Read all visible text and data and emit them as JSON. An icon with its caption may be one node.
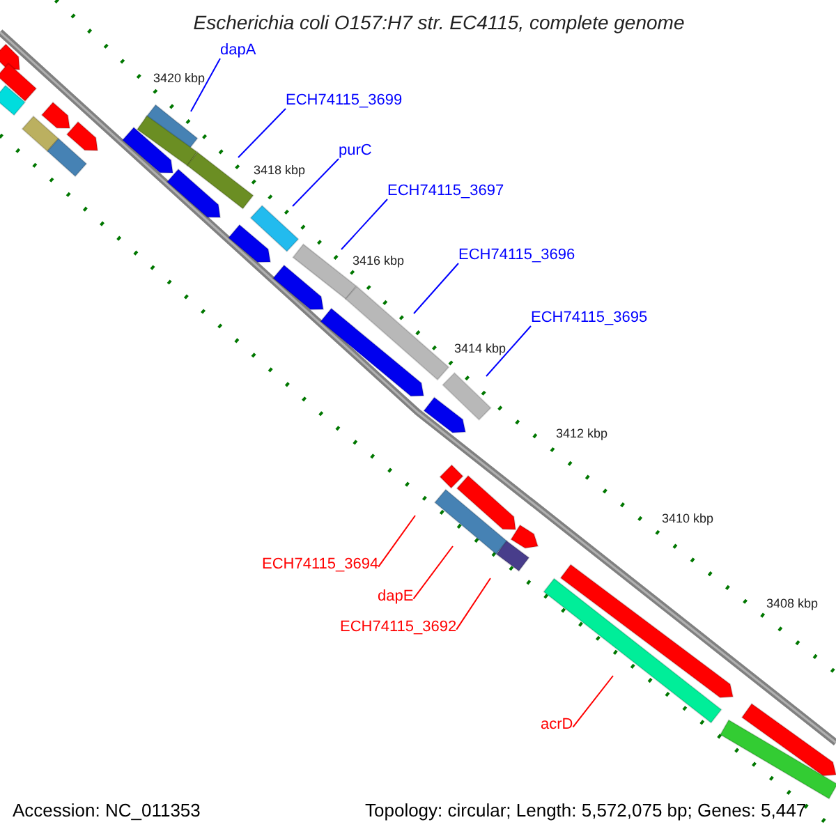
{
  "diagram": {
    "title": "Escherichia coli O157:H7 str. EC4115, complete genome",
    "nodes": [
      {
        "text": [
          "dapA"
        ]
      },
      {
        "text": [
          "ECH74115_3699"
        ]
      },
      {
        "text": [
          "purC"
        ]
      },
      {
        "text": [
          "ECH74115_3697"
        ]
      },
      {
        "text": [
          "ECH74115_3696"
        ]
      },
      {
        "text": [
          "ECH74115_3695"
        ]
      },
      {
        "text": [
          "ECH74115_3694"
        ]
      },
      {
        "text": [
          "dapE"
        ]
      },
      {
        "text": [
          "ECH74115_3692"
        ]
      },
      {
        "text": [
          "acrD"
        ]
      }
    ],
    "edges": [
      {
        "from": 0,
        "to": null,
        "arrow": "none"
      },
      {
        "from": 1,
        "to": null,
        "arrow": "none"
      },
      {
        "from": 2,
        "to": null,
        "arrow": "none"
      },
      {
        "from": 3,
        "to": null,
        "arrow": "none"
      },
      {
        "from": 4,
        "to": null,
        "arrow": "none"
      },
      {
        "from": 5,
        "to": null,
        "arrow": "none"
      },
      {
        "from": 6,
        "to": null,
        "arrow": "none",
        "color": "#ff0000"
      },
      {
        "from": 7,
        "to": null,
        "arrow": "none",
        "color": "#ff0000"
      },
      {
        "from": 8,
        "to": null,
        "arrow": "none",
        "color": "#ff0000"
      },
      {
        "from": 9,
        "to": null,
        "arrow": "none",
        "color": "#ff0000"
      }
    ],
    "labels": [
      "3420 kbp",
      "3418 kbp",
      "3416 kbp",
      "3414 kbp",
      "3412 kbp",
      "3410 kbp",
      "3408 kbp",
      "Accession: NC_011353",
      "Topology: circular; Length: 5,572,075 bp; Genes: 5,447"
    ]
  }
}
